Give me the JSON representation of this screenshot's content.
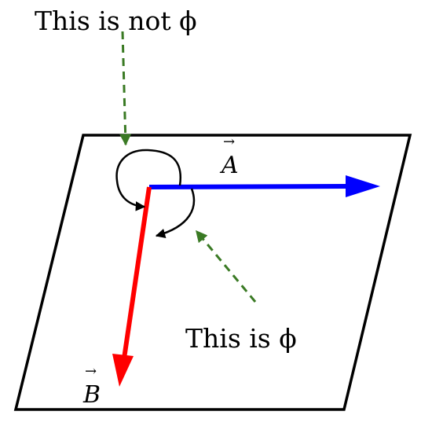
{
  "labels": {
    "not_phi": "This is not ϕ",
    "phi": "This is ϕ",
    "vector_a": "A",
    "vector_b": "B",
    "vector_arrow": "→"
  },
  "colors": {
    "plane": "#000000",
    "vector_a": "#0000ff",
    "vector_b": "#ff0000",
    "pointer": "#3a7a24",
    "angle_arc": "#000000"
  }
}
